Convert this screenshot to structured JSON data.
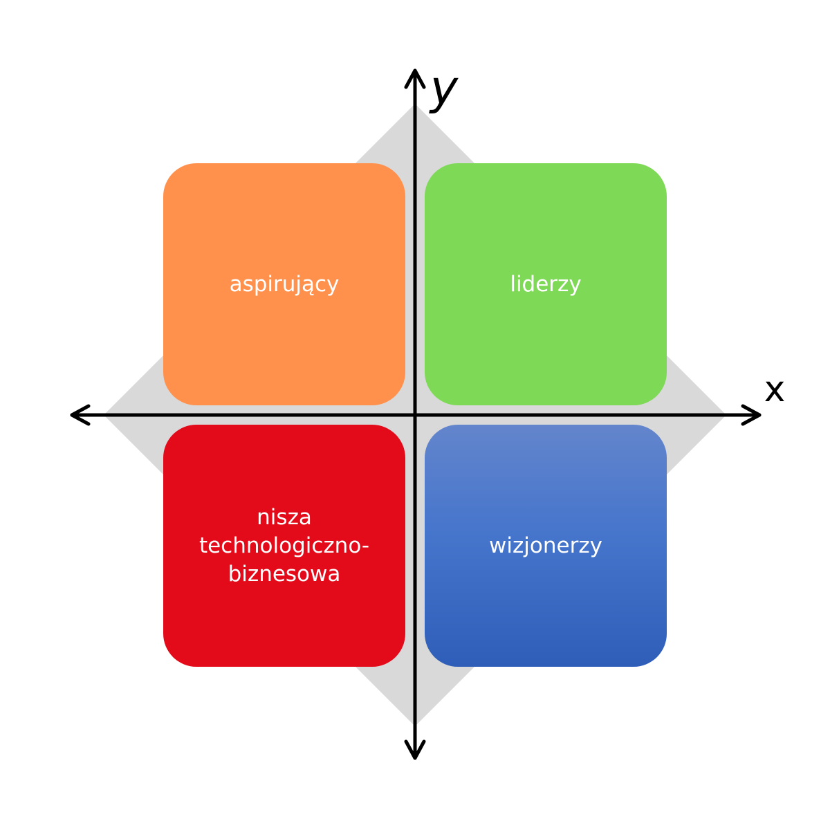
{
  "axes": {
    "x_label": "x",
    "y_label": "y"
  },
  "quadrants": [
    {
      "id": "top-left",
      "label_lines": [
        "aspirujący"
      ],
      "color": "#FF914D"
    },
    {
      "id": "top-right",
      "label_lines": [
        "liderzy"
      ],
      "color": "#7ED957"
    },
    {
      "id": "bottom-left",
      "label_lines": [
        "nisza",
        "technologiczno-",
        "biznesowa"
      ],
      "color": "#E30B1A"
    },
    {
      "id": "bottom-right",
      "label_lines": [
        "wizjonerzy"
      ],
      "color_top": "#6385CC",
      "color_bottom": "#2E5EB8"
    }
  ],
  "colors": {
    "diamond": "#D9D9D9",
    "axis": "#000000",
    "text": "#FFFFFF"
  }
}
